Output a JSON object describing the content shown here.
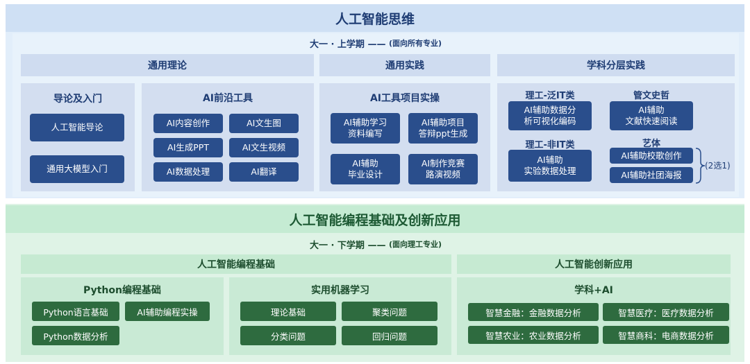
{
  "section1": {
    "title": "人工智能思维",
    "term": "大一 · 上学期 ——",
    "audience": "(面向所有专业)",
    "columns": {
      "general_theory": "通用理论",
      "general_practice": "通用实践",
      "discipline_practice": "学科分层实践"
    },
    "intro": {
      "title": "导论及入门",
      "items": [
        "人工智能导论",
        "通用大模型入门"
      ]
    },
    "ai_tools": {
      "title": "AI前沿工具",
      "items": [
        "AI内容创作",
        "AI文生图",
        "AI生成PPT",
        "AI文生视频",
        "AI数据处理",
        "AI翻译"
      ]
    },
    "projects": {
      "title": "AI工具项目实操",
      "items": [
        "AI辅助学习\n资料编写",
        "AI辅助项目\n答辩ppt生成",
        "AI辅助\n毕业设计",
        "AI制作竞赛\n路演视频"
      ]
    },
    "discipline": {
      "stem_it_label": "理工-泛IT类",
      "stem_it_item": "AI辅助数据分\n析可视化编码",
      "humanities_label": "管文史哲",
      "humanities_item": "AI辅助\n文献快速阅读",
      "stem_nonit_label": "理工-非IT类",
      "stem_nonit_item": "AI辅助\n实验数据处理",
      "arts_label": "艺体",
      "arts_items": [
        "AI辅助校歌创作",
        "AI辅助社团海报"
      ],
      "choose_note": "(2选1)"
    }
  },
  "section2": {
    "title": "人工智能编程基础及创新应用",
    "term": "大一 · 下学期 ——",
    "audience": "(面向理工专业)",
    "columns": {
      "programming": "人工智能编程基础",
      "innovation": "人工智能创新应用"
    },
    "python": {
      "title": "Python编程基础",
      "items": [
        "Python语言基础",
        "AI辅助编程实操",
        "Python数据分析"
      ]
    },
    "ml": {
      "title": "实用机器学习",
      "items": [
        "理论基础",
        "聚类问题",
        "分类问题",
        "回归问题"
      ]
    },
    "apps": {
      "title": "学科+AI",
      "items": [
        "智慧金融：金融数据分析",
        "智慧医疗：医疗数据分析",
        "智慧农业：农业数据分析",
        "智慧商科：电商数据分析"
      ]
    }
  },
  "colors": {
    "blue_dark": "#2a4e8c",
    "blue_text": "#1f3d74",
    "green_dark": "#2e6b3f",
    "green_text": "#1d4d2e"
  }
}
